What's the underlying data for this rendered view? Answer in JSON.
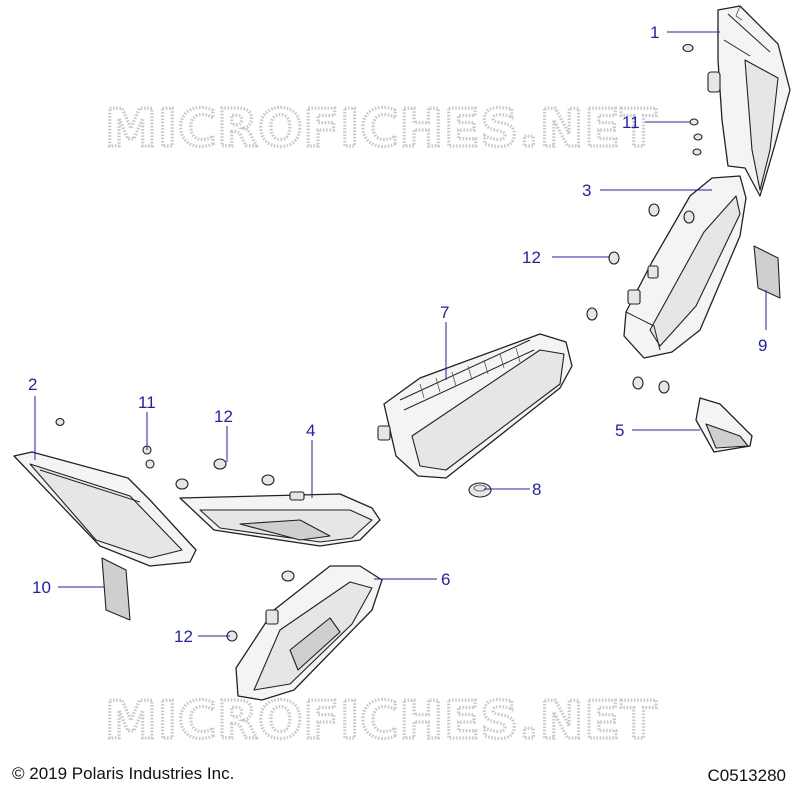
{
  "watermark": "MICROFICHES.NET",
  "footer": {
    "copyright": "© 2019 Polaris Industries Inc.",
    "diagram_code": "C0513280"
  },
  "callouts": [
    "1",
    "11",
    "3",
    "12",
    "9",
    "7",
    "2",
    "11",
    "12",
    "4",
    "5",
    "8",
    "6",
    "10",
    "12"
  ],
  "colors": {
    "callout": "#1d1dc4",
    "outline": "#222222",
    "watermark": "#c9c9c9"
  }
}
